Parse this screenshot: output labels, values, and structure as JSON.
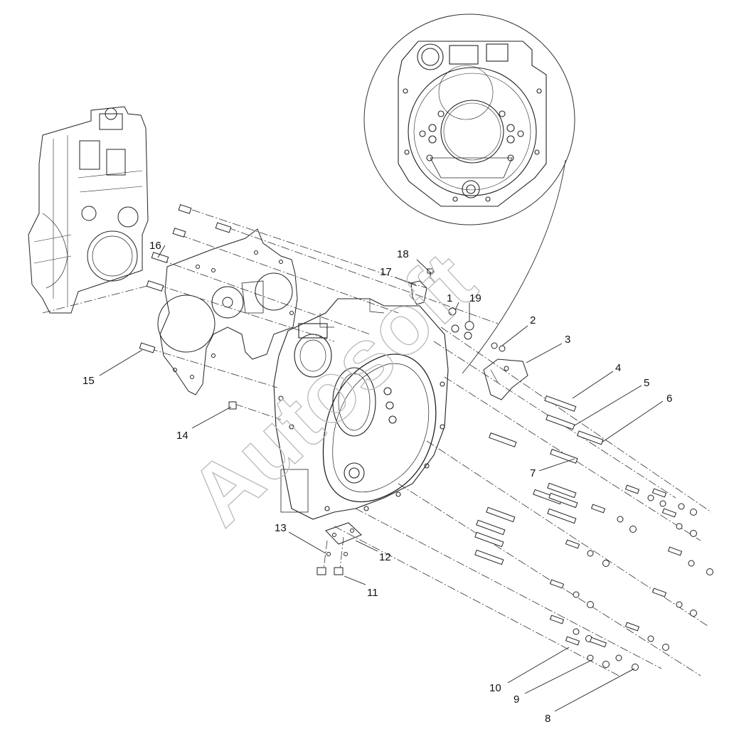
{
  "diagram": {
    "type": "exploded-parts-diagram",
    "watermark": "Autosoft",
    "callouts": [
      {
        "id": "c1",
        "label": "1"
      },
      {
        "id": "c2",
        "label": "2"
      },
      {
        "id": "c3",
        "label": "3"
      },
      {
        "id": "c4",
        "label": "4"
      },
      {
        "id": "c5",
        "label": "5"
      },
      {
        "id": "c6",
        "label": "6"
      },
      {
        "id": "c7",
        "label": "7"
      },
      {
        "id": "c8",
        "label": "8"
      },
      {
        "id": "c9",
        "label": "9"
      },
      {
        "id": "c10",
        "label": "10"
      },
      {
        "id": "c11",
        "label": "11"
      },
      {
        "id": "c12",
        "label": "12"
      },
      {
        "id": "c13",
        "label": "13"
      },
      {
        "id": "c14",
        "label": "14"
      },
      {
        "id": "c15",
        "label": "15"
      },
      {
        "id": "c16",
        "label": "16"
      },
      {
        "id": "c17",
        "label": "17"
      },
      {
        "id": "c18",
        "label": "18"
      },
      {
        "id": "c19",
        "label": "19"
      }
    ],
    "colors": {
      "line": "#222222",
      "faint": "#9a9a9a",
      "watermark": "#b9b9b9",
      "background": "#ffffff"
    }
  }
}
